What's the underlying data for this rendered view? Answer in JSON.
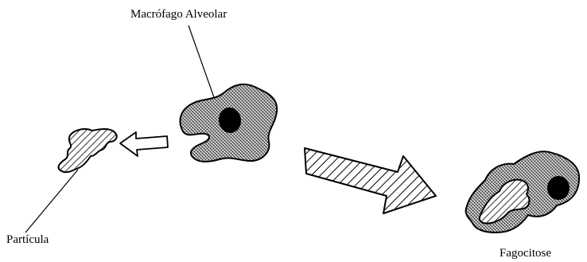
{
  "labels": {
    "macrophage": "Macrófago Alveolar",
    "particle": "Partícula",
    "phagocytosis": "Fagocitose"
  },
  "colors": {
    "ink": "#000000",
    "background": "#ffffff",
    "cell_texture": "#9a9a9a",
    "nucleus": "#000000"
  }
}
